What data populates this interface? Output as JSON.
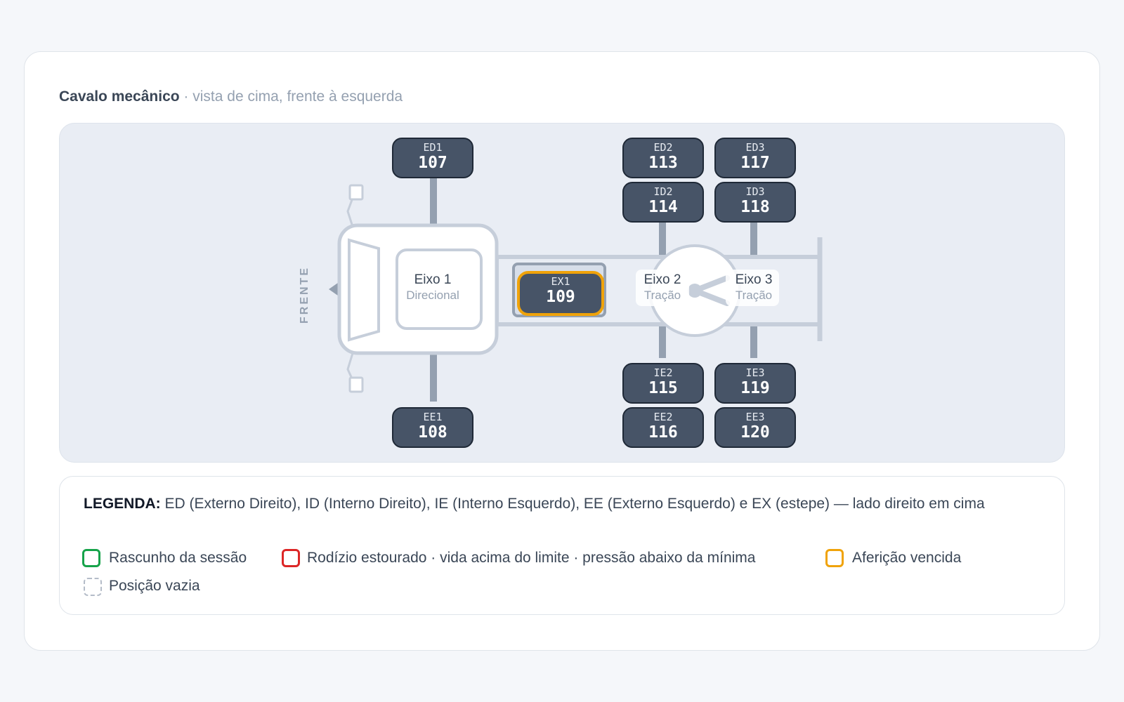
{
  "header": {
    "title": "Cavalo mecânico",
    "subtitle": " · vista de cima, frente à esquerda"
  },
  "diagram": {
    "front_label": "FRENTE",
    "axles": [
      {
        "name": "Eixo 1",
        "type": "Direcional"
      },
      {
        "name": "Eixo 2",
        "type": "Tração"
      },
      {
        "name": "Eixo 3",
        "type": "Tração"
      }
    ],
    "tires": {
      "ED1": {
        "code": "ED1",
        "number": "107"
      },
      "EE1": {
        "code": "EE1",
        "number": "108"
      },
      "EX1": {
        "code": "EX1",
        "number": "109",
        "status": "Aferição vencida"
      },
      "ED2": {
        "code": "ED2",
        "number": "113"
      },
      "ID2": {
        "code": "ID2",
        "number": "114"
      },
      "IE2": {
        "code": "IE2",
        "number": "115"
      },
      "EE2": {
        "code": "EE2",
        "number": "116"
      },
      "ED3": {
        "code": "ED3",
        "number": "117"
      },
      "ID3": {
        "code": "ID3",
        "number": "118"
      },
      "IE3": {
        "code": "IE3",
        "number": "119"
      },
      "EE3": {
        "code": "EE3",
        "number": "120"
      }
    }
  },
  "legend": {
    "title": "LEGENDA:",
    "text": " ED (Externo Direito), ID (Interno Direito), IE (Interno Esquerdo), EE (Externo Esquerdo) e EX (estepe) — lado direito em cima",
    "items": [
      {
        "label": "Rascunho da sessão",
        "color": "#16a34a",
        "style": "solid"
      },
      {
        "label": "Rodízio estourado · vida acima do limite · pressão abaixo da mínima",
        "color": "#dc2626",
        "style": "solid"
      },
      {
        "label": "Aferição vencida",
        "color": "#f0a30a",
        "style": "solid"
      },
      {
        "label": "Posição vazia",
        "color": "#b4bcc8",
        "style": "dashed"
      }
    ]
  },
  "colors": {
    "tire_fill": "#475467",
    "tire_border": "#1f2937",
    "chassis": "#c6ceda",
    "accent_orange": "#f0a30a"
  }
}
